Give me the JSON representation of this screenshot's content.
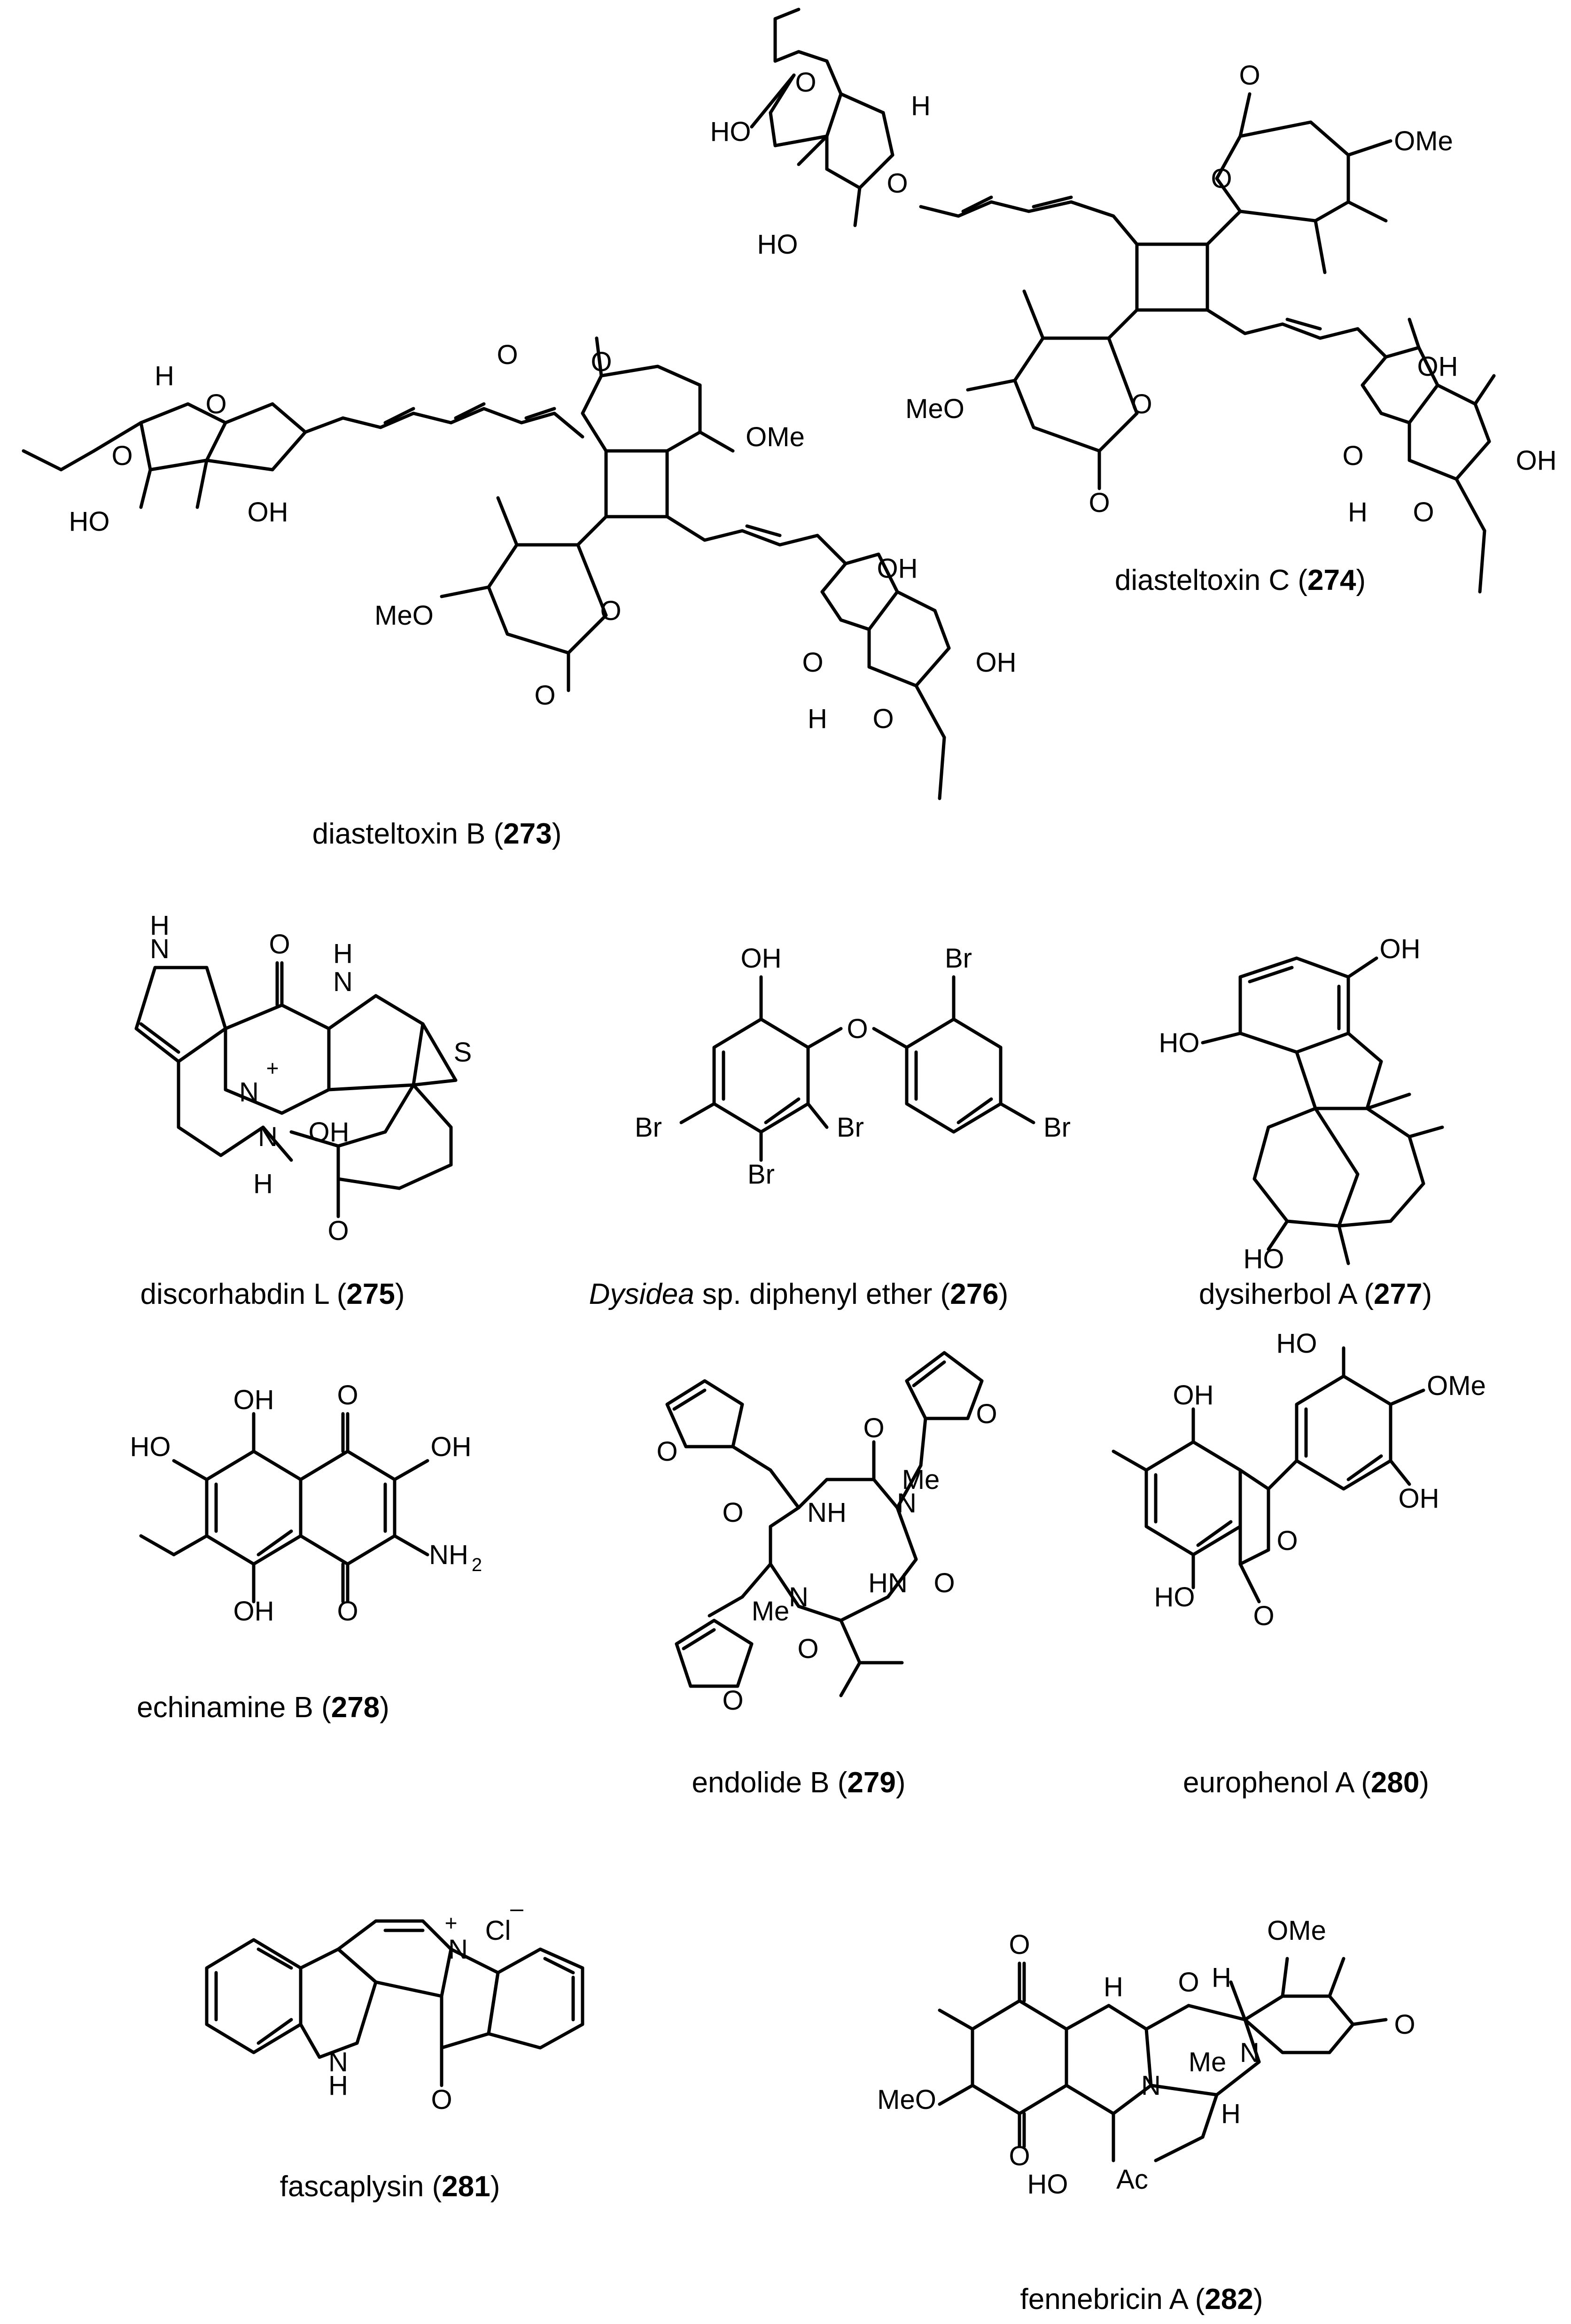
{
  "figure": {
    "compounds": [
      {
        "name": "diasteltoxin B",
        "number": "273"
      },
      {
        "name": "diasteltoxin C",
        "number": "274"
      },
      {
        "name": "discorhabdin L",
        "number": "275"
      },
      {
        "genus": "Dysidea",
        "name": " sp. diphenyl ether",
        "number": "276"
      },
      {
        "name": "dysiherbol A",
        "number": "277"
      },
      {
        "name": "echinamine B",
        "number": "278"
      },
      {
        "name": "endolide B",
        "number": "279"
      },
      {
        "name": "europhenol A",
        "number": "280"
      },
      {
        "name": "fascaplysin",
        "number": "281"
      },
      {
        "name": "fennebricin A",
        "number": "282"
      }
    ],
    "atom_labels": {
      "O": "O",
      "H": "H",
      "HO": "HO",
      "OH": "OH",
      "OMe": "OMe",
      "MeO": "MeO",
      "S": "S",
      "N": "N",
      "NH": "NH",
      "HN": "HN",
      "N+": "N",
      "plus": "+",
      "Br": "Br",
      "NH2": "NH",
      "sub2": "2",
      "Me": "Me",
      "Ac": "Ac",
      "Cl": "Cl",
      "minus": "–"
    }
  }
}
